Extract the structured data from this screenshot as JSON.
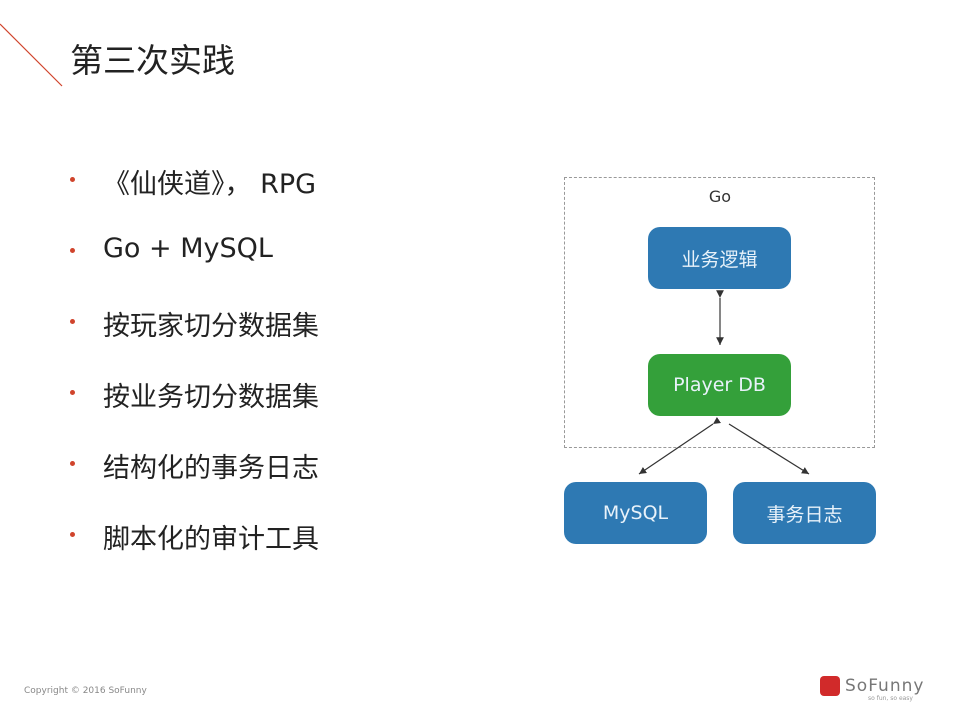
{
  "title": "第三次实践",
  "bullets": [
    "《仙侠道》， RPG",
    "Go + MySQL",
    "按玩家切分数据集",
    "按业务切分数据集",
    "结构化的事务日志",
    "脚本化的审计工具"
  ],
  "diagram": {
    "container_label": "Go",
    "nodes": {
      "logic": "业务逻辑",
      "player_db": "Player DB",
      "mysql": "MySQL",
      "txlog": "事务日志"
    },
    "colors": {
      "blue": "#2e79b3",
      "green": "#34a03a",
      "accent": "#d0442c"
    }
  },
  "footer": {
    "copyright": "Copyright © 2016 SoFunny",
    "logo_name": "SoFunny",
    "logo_tagline": "so fun, so easy"
  }
}
